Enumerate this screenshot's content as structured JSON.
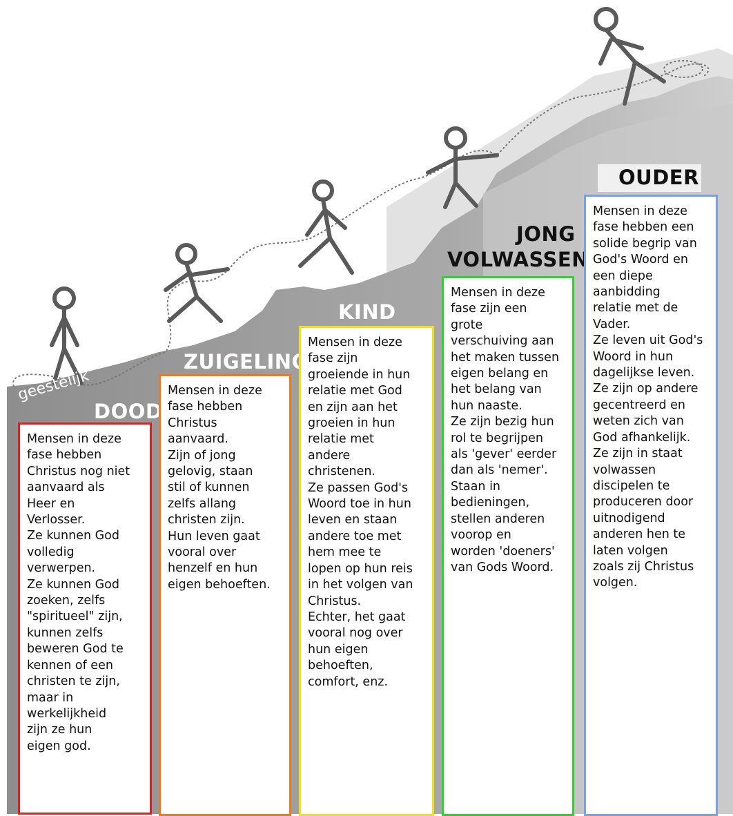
{
  "colors": {
    "mountain_light": "#dcdcdc",
    "mountain_mid": "#bdbdbd",
    "mountain_dark": "#8e8e8e",
    "figure": "#5a5a5a",
    "rope": "#777777"
  },
  "stages": {
    "dood": {
      "prefix": "geestelijk",
      "title": "DOOD",
      "border": "#e02020",
      "text": "Mensen in deze\nfase hebben\nChristus nog niet\naanvaard als\nHeer en\nVerlosser.\nZe kunnen God\nvolledig\nverwerpen.\nZe kunnen God\nzoeken, zelfs\n\"spiritueel\" zijn,\nkunnen zelfs\nbeweren God te\nkennen of een\nchristen te zijn,\nmaar in\nwerkelijkheid\nzijn ze hun\neigen god."
    },
    "zuigeling": {
      "title": "ZUIGELING",
      "border": "#f07820",
      "text": "Mensen in deze\nfase hebben\nChristus\naanvaard.\nZijn of jong\ngelovig, staan\nstil of kunnen\nzelfs allang\nchristen zijn.\nHun leven gaat\nvooral over\nhenzelf en hun\neigen behoeften."
    },
    "kind": {
      "title": "KIND",
      "border": "#f0e020",
      "text": "Mensen in deze\nfase zijn\ngroeiende in hun\nrelatie met God\nen zijn aan het\ngroeien in hun\nrelatie met\nandere\nchristenen.\nZe passen God's\nWoord toe in hun\nleven en staan\nandere toe met\nhem mee te\nlopen op hun reis\nin het volgen van\nChristus.\nEchter, het gaat\nvooral nog over\nhun eigen\nbehoeften,\ncomfort, enz."
    },
    "jong": {
      "title_line1": "JONG",
      "title_line2": "VOLWASSEN",
      "border": "#30d030",
      "text": "Mensen in deze\nfase zijn een\ngrote\nverschuiving aan\nhet maken tussen\neigen belang en\nhet belang van\nhun naaste.\nZe zijn bezig hun\nrol te begrijpen\nals 'gever' eerder\ndan als 'nemer'.\nStaan in\nbedieningen,\nstellen anderen\nvoorop en\nworden 'doeners'\nvan Gods Woord."
    },
    "ouder": {
      "title": "OUDER",
      "border": "#7aa0e8",
      "text": "Mensen in deze\nfase hebben een\nsolide begrip van\nGod's Woord en\neen diepe\naanbidding\nrelatie met de\nVader.\nZe leven uit God's\nWoord in hun\ndagelijkse leven.\nZe zijn op andere\ngecentreerd en\nweten zich van\nGod afhankelijk.\nZe zijn in staat\nvolwassen\ndiscipelen te\nproduceren door\nuitnodigend\nanderen hen te\nlaten volgen\nzoals zij Christus\nvolgen."
    }
  }
}
